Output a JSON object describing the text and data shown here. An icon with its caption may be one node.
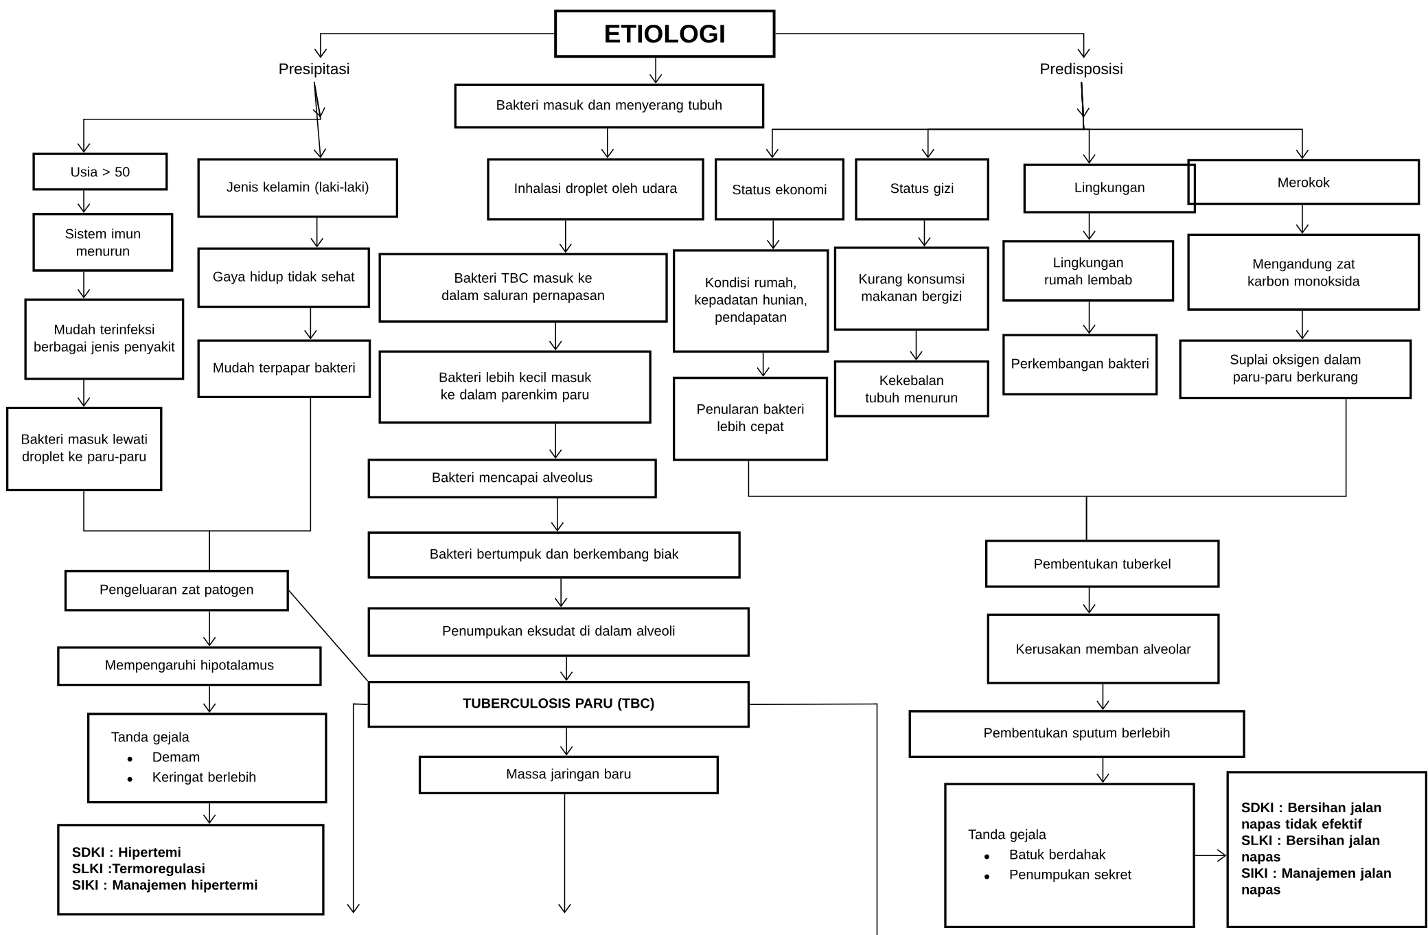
{
  "diagram": {
    "nodes": [
      {
        "text": [
          "ETIOLOGI"
        ]
      },
      {
        "text": [
          "Presipitasi"
        ]
      },
      {
        "text": [
          "Predisposisi"
        ]
      },
      {
        "text": [
          "Bakteri masuk dan menyerang tubuh"
        ]
      },
      {
        "text": [
          "Usia > 50"
        ]
      },
      {
        "text": [
          "Jenis kelamin (laki-laki)"
        ]
      },
      {
        "text": [
          "Sistem imun menurun"
        ]
      },
      {
        "text": [
          "Gaya hidup tidak sehat"
        ]
      },
      {
        "text": [
          "Mudah terinfeksi berbagai jenis penyakit"
        ]
      },
      {
        "text": [
          "Mudah terpapar bakteri"
        ]
      },
      {
        "text": [
          "Bakteri masuk lewati droplet ke paru-paru"
        ]
      },
      {
        "text": [
          "Inhalasi droplet oleh udara"
        ]
      },
      {
        "text": [
          "Status ekonomi"
        ]
      },
      {
        "text": [
          "Status gizi"
        ]
      },
      {
        "text": [
          "Lingkungan"
        ]
      },
      {
        "text": [
          "Merokok"
        ]
      },
      {
        "text": [
          "Bakteri TBC masuk ke dalam saluran pernapasan"
        ]
      },
      {
        "text": [
          "Kondisi rumah, kepadatan hunian, pendapatan"
        ]
      },
      {
        "text": [
          "Kurang konsumsi makanan bergizi"
        ]
      },
      {
        "text": [
          "Lingkungan rumah lembab"
        ]
      },
      {
        "text": [
          "Mengandung zat karbon monoksida"
        ]
      },
      {
        "text": [
          "Bakteri lebih kecil masuk ke dalam parenkim paru"
        ]
      },
      {
        "text": [
          "Penularan bakteri lebih cepat"
        ]
      },
      {
        "text": [
          "Kekebalan tubuh menurun"
        ]
      },
      {
        "text": [
          "Perkembangan bakteri"
        ]
      },
      {
        "text": [
          "Suplai oksigen dalam paru-paru berkurang"
        ]
      },
      {
        "text": [
          "Bakteri mencapai alveolus"
        ]
      },
      {
        "text": [
          "Bakteri bertumpuk dan berkembang biak"
        ]
      },
      {
        "text": [
          "Pengeluaran zat patogen"
        ]
      },
      {
        "text": [
          "Pembentukan tuberkel"
        ]
      },
      {
        "text": [
          "Penumpukan eksudat di dalam alveoli"
        ]
      },
      {
        "text": [
          "Kerusakan memban alveolar"
        ]
      },
      {
        "text": [
          "Mempengaruhi hipotalamus"
        ]
      },
      {
        "text": [
          "TUBERCULOSIS PARU (TBC)"
        ]
      },
      {
        "text": [
          "Tanda gejala",
          "Demam",
          "Keringat berlebih"
        ]
      },
      {
        "text": [
          "Pembentukan sputum berlebih"
        ]
      },
      {
        "text": [
          "Massa jaringan baru"
        ]
      },
      {
        "text": [
          "SDKI : Hipertemi",
          "SLKI :Termoregulasi",
          "SIKI : Manajemen hipertermi"
        ]
      },
      {
        "text": [
          "Tanda gejala",
          "Batuk berdahak",
          "Penumpukan sekret"
        ]
      },
      {
        "text": [
          "SDKI : Bersihan jalan napas tidak efektif",
          "SLKI : Bersihan jalan napas",
          "SIKI : Manajemen jalan napas"
        ]
      }
    ],
    "edges": [
      {
        "from": 0,
        "to": 1,
        "arrow": "to"
      },
      {
        "from": 0,
        "to": 3,
        "arrow": "to"
      },
      {
        "from": 0,
        "to": 2,
        "arrow": "to"
      },
      {
        "from": 1,
        "to": 4,
        "arrow": "to"
      },
      {
        "from": 1,
        "to": 5,
        "arrow": "to"
      },
      {
        "from": 4,
        "to": 6,
        "arrow": "to"
      },
      {
        "from": 6,
        "to": 8,
        "arrow": "to"
      },
      {
        "from": 8,
        "to": 10,
        "arrow": "to"
      },
      {
        "from": 5,
        "to": 7,
        "arrow": "to"
      },
      {
        "from": 7,
        "to": 9,
        "arrow": "to"
      },
      {
        "from": 10,
        "to": 28,
        "arrow": "none"
      },
      {
        "from": 9,
        "to": 28,
        "arrow": "none"
      },
      {
        "from": 28,
        "to": 32,
        "arrow": "to"
      },
      {
        "from": 32,
        "to": 34,
        "arrow": "to"
      },
      {
        "from": 34,
        "to": 37,
        "arrow": "to"
      },
      {
        "from": 28,
        "to": 33,
        "arrow": "none"
      },
      {
        "from": 3,
        "to": 11,
        "arrow": "to"
      },
      {
        "from": 11,
        "to": 16,
        "arrow": "to"
      },
      {
        "from": 16,
        "to": 21,
        "arrow": "to"
      },
      {
        "from": 21,
        "to": 26,
        "arrow": "to"
      },
      {
        "from": 26,
        "to": 27,
        "arrow": "to"
      },
      {
        "from": 27,
        "to": 30,
        "arrow": "to"
      },
      {
        "from": 30,
        "to": 33,
        "arrow": "to"
      },
      {
        "from": 33,
        "to": 36,
        "arrow": "to"
      },
      {
        "from": 36,
        "to": null,
        "arrow": "to"
      },
      {
        "from": 33,
        "to": null,
        "arrow": "to"
      },
      {
        "from": 33,
        "to": null,
        "arrow": "none"
      },
      {
        "from": 2,
        "to": 12,
        "arrow": "to"
      },
      {
        "from": 2,
        "to": 13,
        "arrow": "to"
      },
      {
        "from": 2,
        "to": 14,
        "arrow": "to"
      },
      {
        "from": 2,
        "to": 15,
        "arrow": "to"
      },
      {
        "from": 12,
        "to": 17,
        "arrow": "to"
      },
      {
        "from": 13,
        "to": 18,
        "arrow": "to"
      },
      {
        "from": 14,
        "to": 19,
        "arrow": "to"
      },
      {
        "from": 15,
        "to": 20,
        "arrow": "to"
      },
      {
        "from": 17,
        "to": 22,
        "arrow": "to"
      },
      {
        "from": 18,
        "to": 23,
        "arrow": "to"
      },
      {
        "from": 19,
        "to": 24,
        "arrow": "to"
      },
      {
        "from": 20,
        "to": 25,
        "arrow": "to"
      },
      {
        "from": 22,
        "to": 29,
        "arrow": "none"
      },
      {
        "from": 25,
        "to": 29,
        "arrow": "none"
      },
      {
        "from": 29,
        "to": 31,
        "arrow": "to"
      },
      {
        "from": 31,
        "to": 35,
        "arrow": "to"
      },
      {
        "from": 35,
        "to": 38,
        "arrow": "to"
      },
      {
        "from": 38,
        "to": 39,
        "arrow": "to"
      }
    ]
  }
}
